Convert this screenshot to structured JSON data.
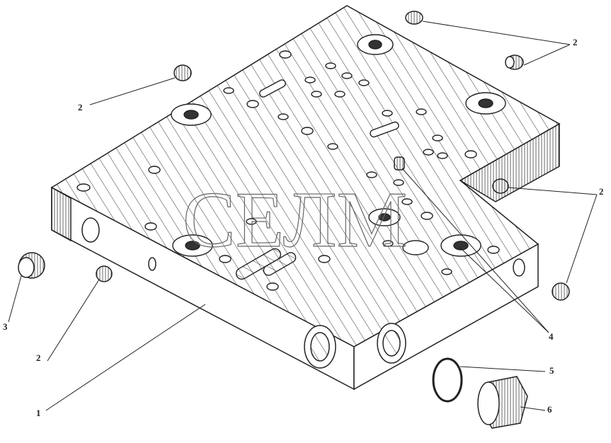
{
  "watermark": "СЕЛМ",
  "callouts": [
    {
      "id": "c2a",
      "text": "2"
    },
    {
      "id": "c2b",
      "text": "2"
    },
    {
      "id": "c2c",
      "text": "2"
    },
    {
      "id": "c2d",
      "text": "2"
    },
    {
      "id": "c3",
      "text": "3"
    },
    {
      "id": "c1",
      "text": "1"
    },
    {
      "id": "c4",
      "text": "4"
    },
    {
      "id": "c5",
      "text": "5"
    },
    {
      "id": "c6",
      "text": "6"
    }
  ],
  "colors": {
    "line": "#222222",
    "watermark": "#666666"
  }
}
